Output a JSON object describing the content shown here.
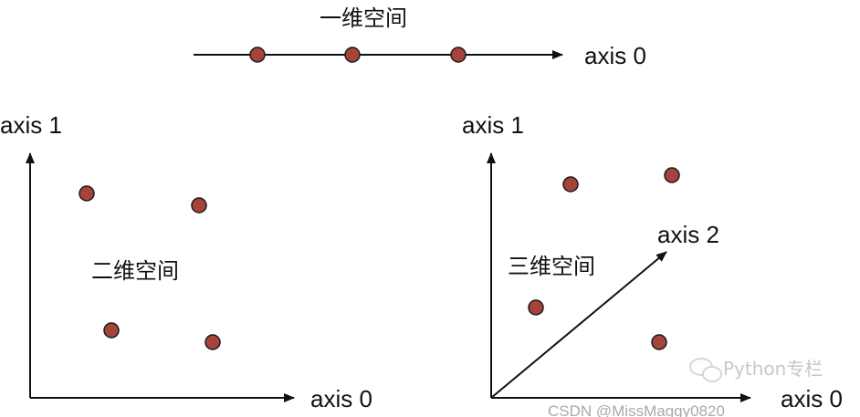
{
  "diagrams": {
    "one_d": {
      "title": "一维空间",
      "axis0": "axis 0"
    },
    "two_d": {
      "title": "二维空间",
      "axis0": "axis 0",
      "axis1": "axis 1"
    },
    "three_d": {
      "title": "三维空间",
      "axis0": "axis 0",
      "axis1": "axis 1",
      "axis2": "axis 2"
    }
  },
  "watermark": {
    "wechat": "Python专栏",
    "csdn": "CSDN @MissMaggy0820"
  },
  "colors": {
    "point_fill": "#a6433a",
    "point_stroke": "#1a1a1a",
    "axis": "#111111"
  }
}
